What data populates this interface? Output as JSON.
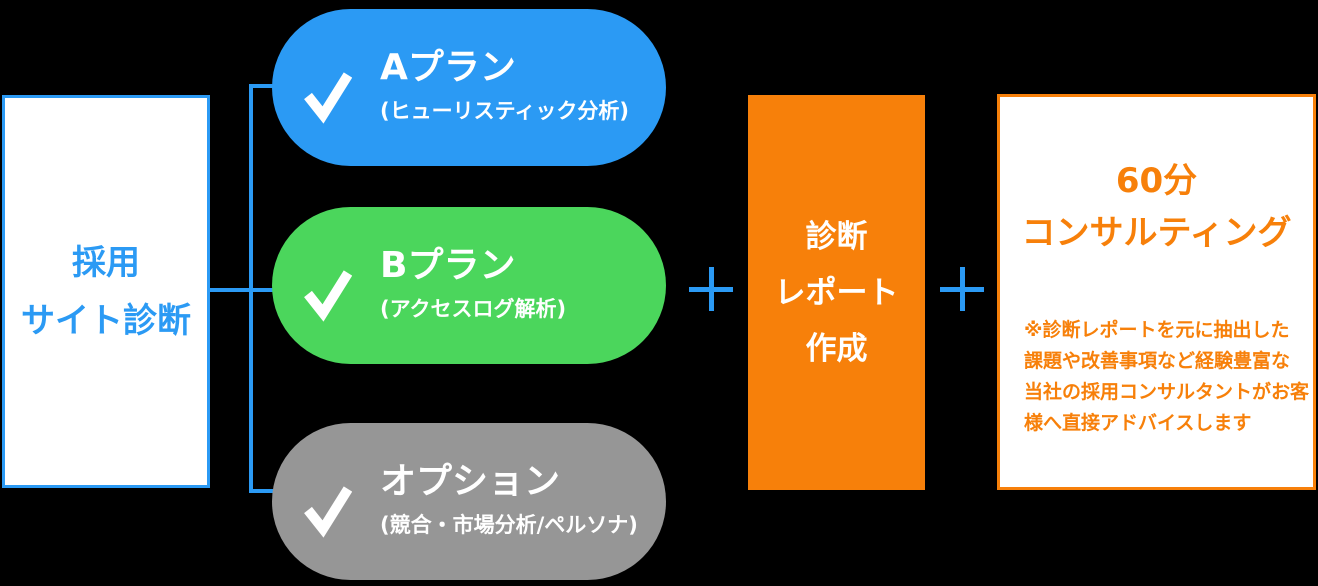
{
  "background_color": "#000000",
  "colors": {
    "blue": "#2b9af4",
    "green": "#4bd65c",
    "gray": "#969696",
    "orange": "#f7800a",
    "white": "#ffffff"
  },
  "left_box": {
    "lines": [
      "採用",
      "サイト診断"
    ],
    "text_color": "#2b9af4",
    "border_color": "#2b9af4"
  },
  "plans": [
    {
      "title": "Aプラン",
      "subtitle": "(ヒューリスティック分析)",
      "color": "#2b9af4",
      "icon": "checkmark"
    },
    {
      "title": "Bプラン",
      "subtitle": "(アクセスログ解析)",
      "color": "#4bd65c",
      "icon": "checkmark"
    },
    {
      "title": "オプション",
      "subtitle": "(競合・市場分析/ペルソナ)",
      "color": "#969696",
      "icon": "checkmark"
    }
  ],
  "plus_symbol": "+",
  "report_box": {
    "lines": [
      "診断",
      "レポート",
      "作成"
    ],
    "color": "#f7800a",
    "text_color": "#ffffff"
  },
  "consulting_box": {
    "title_lines": [
      "60分",
      "コンサルティング"
    ],
    "note_lines": [
      "※診断レポートを元に抽出した",
      "課題や改善事項など経験豊富な",
      "当社の採用コンサルタントがお客",
      "様へ直接アドバイスします"
    ],
    "accent_color": "#f7800a"
  }
}
